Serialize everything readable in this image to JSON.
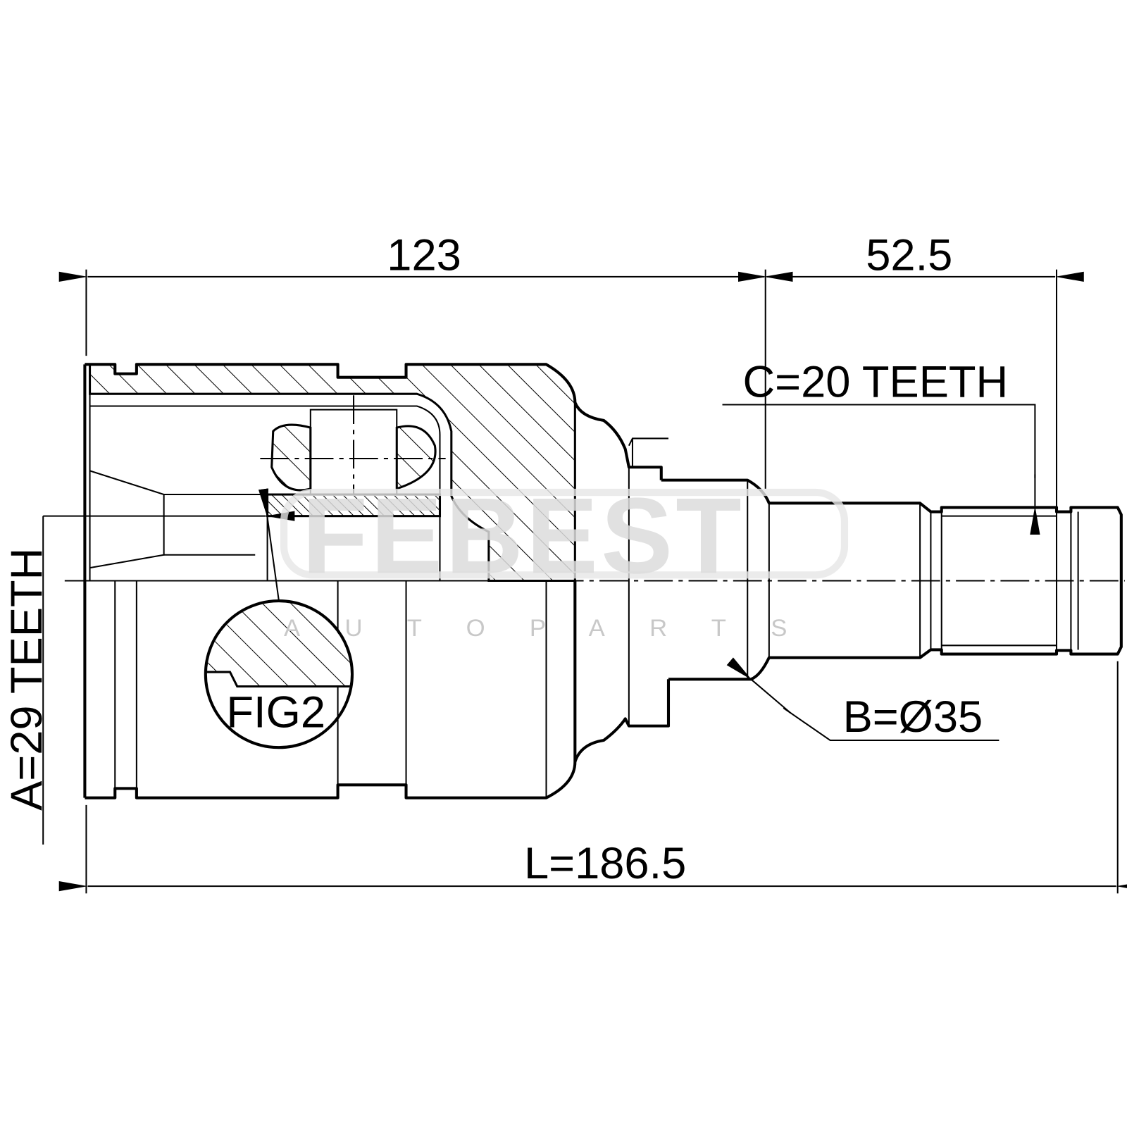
{
  "drawing": {
    "dimensions": {
      "housing_length": "123",
      "shaft_length": "52.5",
      "total_length": "L=186.5"
    },
    "callouts": {
      "outer_teeth": "C=20 TEETH",
      "inner_teeth": "A=29 TEETH",
      "seal_diameter": "B=Ø35",
      "detail": "FIG2"
    },
    "watermark": {
      "brand": "FEBEST",
      "subtitle": "AUTOPARTS"
    }
  }
}
